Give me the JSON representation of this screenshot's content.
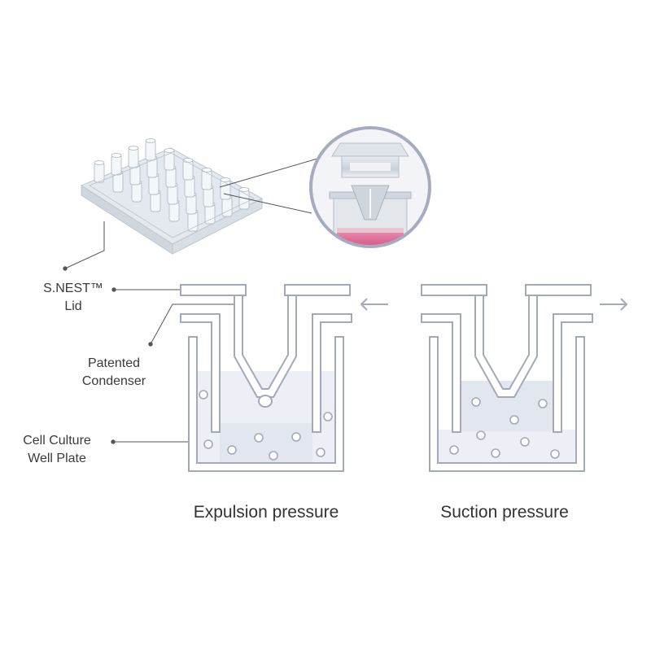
{
  "labels": {
    "lid_line1": "S.NEST™",
    "lid_line2": "Lid",
    "condenser_line1": "Patented",
    "condenser_line2": "Condenser",
    "plate_line1": "Cell Culture",
    "plate_line2": "Well Plate"
  },
  "captions": {
    "left": "Expulsion pressure",
    "right": "Suction pressure"
  },
  "colors": {
    "outline": "#a3a9b6",
    "liquid": "#eceff5",
    "stroke_fill": "#ffffff",
    "leader": "#555555",
    "magnifier_ring": "#a7abc0",
    "media_pink": "#d9447a"
  }
}
